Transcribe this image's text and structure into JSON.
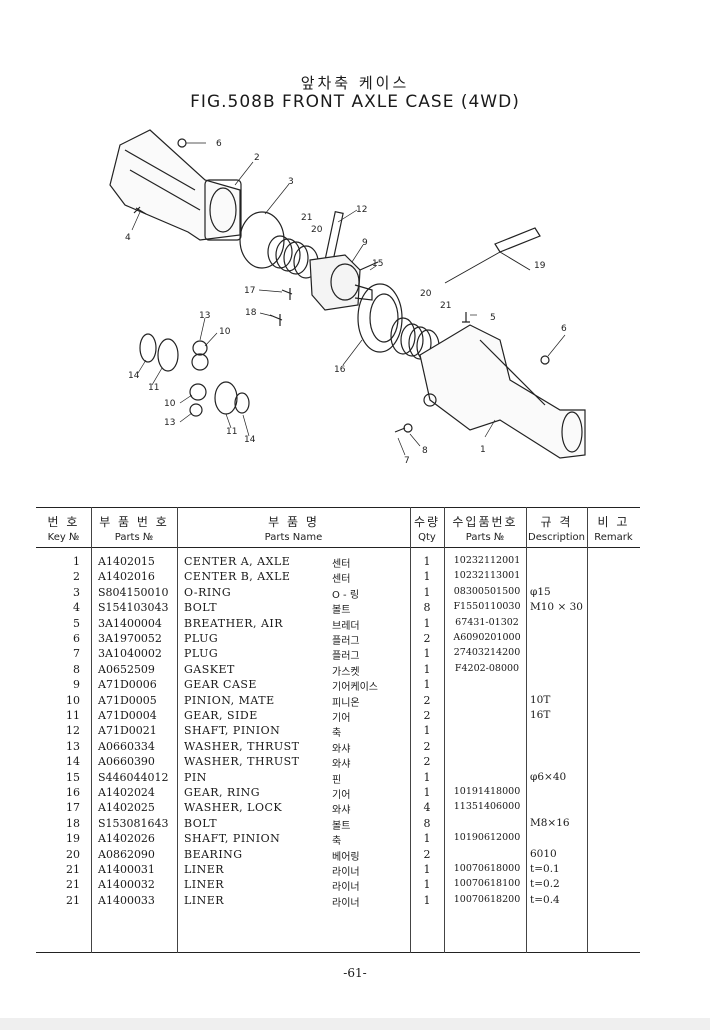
{
  "title": {
    "korean": "앞차축 케이스",
    "english": "FIG.508B FRONT AXLE CASE (4WD)"
  },
  "callouts": [
    "1",
    "2",
    "3",
    "4",
    "5",
    "6",
    "7",
    "8",
    "9",
    "10",
    "11",
    "12",
    "13",
    "14",
    "15",
    "16",
    "17",
    "18",
    "19",
    "20",
    "21"
  ],
  "table": {
    "headers": [
      {
        "ko": "번 호",
        "en": "Key №"
      },
      {
        "ko": "부 품 번 호",
        "en": "Parts №"
      },
      {
        "ko": "부 품 명",
        "en": "Parts Name"
      },
      {
        "ko": "수량",
        "en": "Qty"
      },
      {
        "ko": "수입품번호",
        "en": "Parts №"
      },
      {
        "ko": "규 격",
        "en": "Description"
      },
      {
        "ko": "비 고",
        "en": "Remark"
      }
    ],
    "rows": [
      {
        "key": "1",
        "part_no": "A1402015",
        "name": "CENTER A, AXLE",
        "name_ko": "센터",
        "qty": "1",
        "import_no": "10232112001",
        "spec": ""
      },
      {
        "key": "2",
        "part_no": "A1402016",
        "name": "CENTER B, AXLE",
        "name_ko": "센터",
        "qty": "1",
        "import_no": "10232113001",
        "spec": ""
      },
      {
        "key": "3",
        "part_no": "S804150010",
        "name": "O-RING",
        "name_ko": "O - 링",
        "qty": "1",
        "import_no": "08300501500",
        "spec": "φ15"
      },
      {
        "key": "4",
        "part_no": "S154103043",
        "name": "BOLT",
        "name_ko": "볼트",
        "qty": "8",
        "import_no": "F1550110030",
        "spec": "M10 × 30"
      },
      {
        "key": "5",
        "part_no": "3A1400004",
        "name": "BREATHER, AIR",
        "name_ko": "브레더",
        "qty": "1",
        "import_no": "67431-01302",
        "spec": ""
      },
      {
        "key": "6",
        "part_no": "3A1970052",
        "name": "PLUG",
        "name_ko": "플러그",
        "qty": "2",
        "import_no": "A6090201000",
        "spec": ""
      },
      {
        "key": "7",
        "part_no": "3A1040002",
        "name": "PLUG",
        "name_ko": "플러그",
        "qty": "1",
        "import_no": "27403214200",
        "spec": ""
      },
      {
        "key": "8",
        "part_no": "A0652509",
        "name": "GASKET",
        "name_ko": "가스켓",
        "qty": "1",
        "import_no": "F4202-08000",
        "spec": ""
      },
      {
        "key": "9",
        "part_no": "A71D0006",
        "name": "GEAR CASE",
        "name_ko": "기어케이스",
        "qty": "1",
        "import_no": "",
        "spec": ""
      },
      {
        "key": "10",
        "part_no": "A71D0005",
        "name": "PINION, MATE",
        "name_ko": "피니온",
        "qty": "2",
        "import_no": "",
        "spec": "10T"
      },
      {
        "key": "11",
        "part_no": "A71D0004",
        "name": "GEAR, SIDE",
        "name_ko": "기어",
        "qty": "2",
        "import_no": "",
        "spec": "16T"
      },
      {
        "key": "12",
        "part_no": "A71D0021",
        "name": "SHAFT, PINION",
        "name_ko": "축",
        "qty": "1",
        "import_no": "",
        "spec": ""
      },
      {
        "key": "13",
        "part_no": "A0660334",
        "name": "WASHER, THRUST",
        "name_ko": "와샤",
        "qty": "2",
        "import_no": "",
        "spec": ""
      },
      {
        "key": "14",
        "part_no": "A0660390",
        "name": "WASHER, THRUST",
        "name_ko": "와샤",
        "qty": "2",
        "import_no": "",
        "spec": ""
      },
      {
        "key": "15",
        "part_no": "S446044012",
        "name": "PIN",
        "name_ko": "핀",
        "qty": "1",
        "import_no": "",
        "spec": "φ6×40"
      },
      {
        "key": "16",
        "part_no": "A1402024",
        "name": "GEAR, RING",
        "name_ko": "기어",
        "qty": "1",
        "import_no": "10191418000",
        "spec": ""
      },
      {
        "key": "17",
        "part_no": "A1402025",
        "name": "WASHER, LOCK",
        "name_ko": "와샤",
        "qty": "4",
        "import_no": "11351406000",
        "spec": ""
      },
      {
        "key": "18",
        "part_no": "S153081643",
        "name": "BOLT",
        "name_ko": "볼트",
        "qty": "8",
        "import_no": "",
        "spec": "M8×16"
      },
      {
        "key": "19",
        "part_no": "A1402026",
        "name": "SHAFT, PINION",
        "name_ko": "축",
        "qty": "1",
        "import_no": "10190612000",
        "spec": ""
      },
      {
        "key": "20",
        "part_no": "A0862090",
        "name": "BEARING",
        "name_ko": "베어링",
        "qty": "2",
        "import_no": "",
        "spec": "6010"
      },
      {
        "key": "21",
        "part_no": "A1400031",
        "name": "LINER",
        "name_ko": "라이너",
        "qty": "1",
        "import_no": "10070618000",
        "spec": "t=0.1"
      },
      {
        "key": "21",
        "part_no": "A1400032",
        "name": "LINER",
        "name_ko": "라이너",
        "qty": "1",
        "import_no": "10070618100",
        "spec": "t=0.2"
      },
      {
        "key": "21",
        "part_no": "A1400033",
        "name": "LINER",
        "name_ko": "라이너",
        "qty": "1",
        "import_no": "10070618200",
        "spec": "t=0.4"
      }
    ]
  },
  "page_number": "-61-"
}
